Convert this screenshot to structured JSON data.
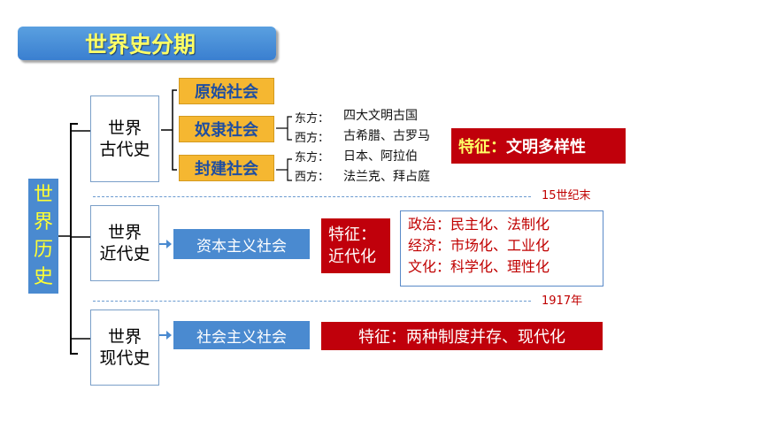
{
  "title": "世界史分期",
  "root_label": [
    "世",
    "界",
    "历",
    "史"
  ],
  "ancient": {
    "label": [
      "世界",
      "古代史"
    ],
    "societies": [
      "原始社会",
      "奴隶社会",
      "封建社会"
    ],
    "details": [
      {
        "region": "东方：",
        "text": "四大文明古国"
      },
      {
        "region": "西方：",
        "text": "古希腊、古罗马"
      },
      {
        "region": "东方：",
        "text": "日本、阿拉伯"
      },
      {
        "region": "西方：",
        "text": "法兰克、拜占庭"
      }
    ],
    "feature": {
      "prefix": "特征：",
      "text": "文明多样性"
    }
  },
  "divider1": "15世纪末",
  "modern": {
    "label": [
      "世界",
      "近代史"
    ],
    "society": "资本主义社会",
    "feature_label": [
      "特征：",
      "近代化"
    ],
    "features": [
      "政治：民主化、法制化",
      "经济：市场化、工业化",
      "文化：科学化、理性化"
    ]
  },
  "divider2": "1917年",
  "contemporary": {
    "label": [
      "世界",
      "现代史"
    ],
    "society": "社会主义社会",
    "feature": "特征：两种制度并存、现代化"
  },
  "colors": {
    "banner": "#3a7fd0",
    "title_text": "#ffff66",
    "society_gold": "#f5b731",
    "society_text": "#1f4ea0",
    "red": "#c0000b",
    "blue_box": "#4a8ad0"
  }
}
